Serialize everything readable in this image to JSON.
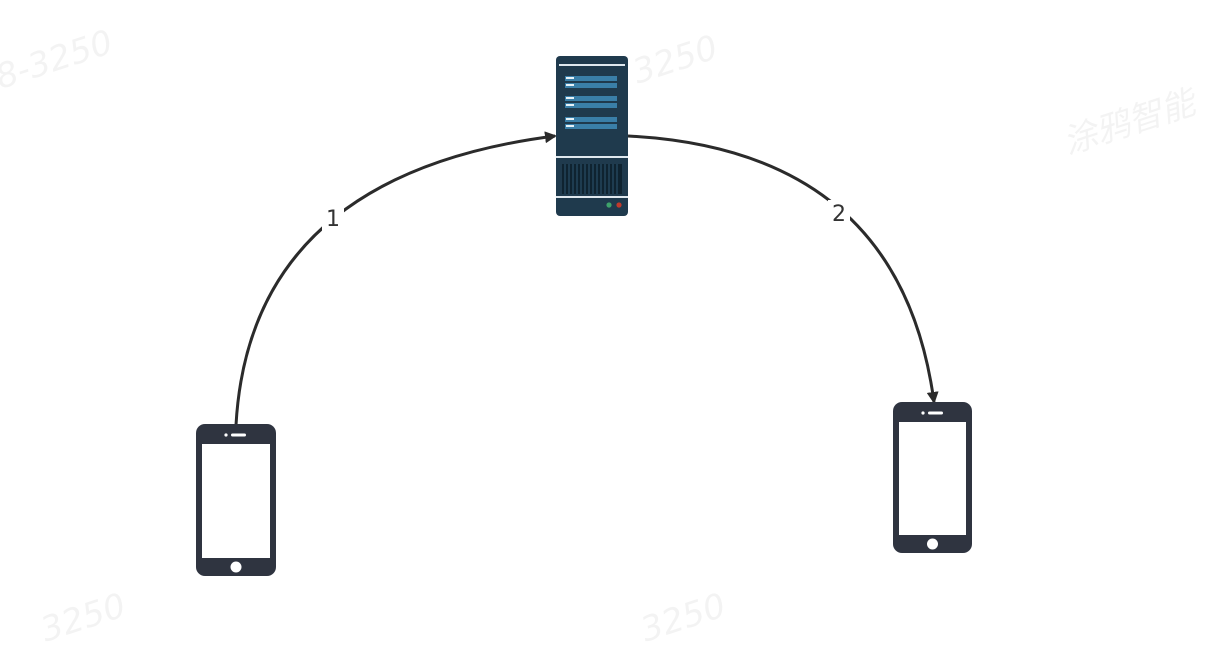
{
  "diagram": {
    "edges": [
      {
        "id": "edge-1",
        "from": "phone-left",
        "to": "server",
        "label": "1"
      },
      {
        "id": "edge-2",
        "from": "server",
        "to": "phone-right",
        "label": "2"
      }
    ],
    "nodes": [
      {
        "id": "phone-left",
        "icon": "smartphone-icon"
      },
      {
        "id": "server",
        "icon": "server-icon"
      },
      {
        "id": "phone-right",
        "icon": "smartphone-icon"
      }
    ],
    "watermarks": [
      "8-3250",
      "3250",
      "涂鸦智能",
      "3250",
      "3250"
    ]
  },
  "colors": {
    "line": "#2b2b2b",
    "phone": "#2f3440",
    "server_body": "#1f3a4d",
    "server_bar": "#3a7fa8",
    "led_green": "#3ea36b",
    "led_red": "#c0392b"
  }
}
